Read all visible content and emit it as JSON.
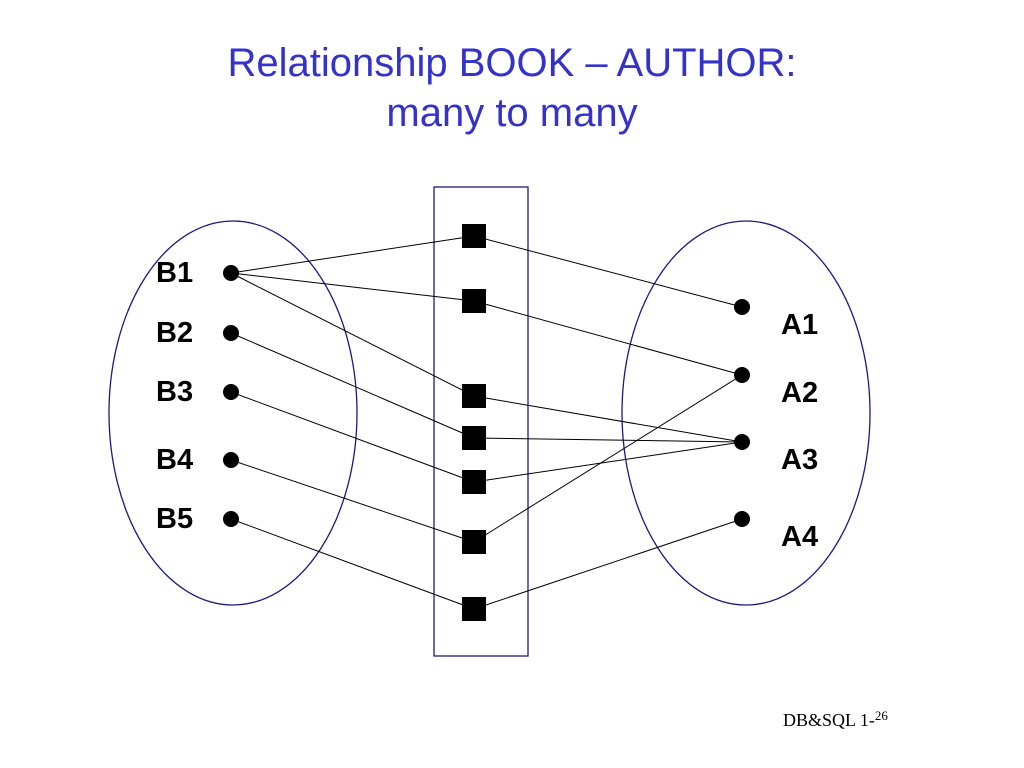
{
  "slide": {
    "title_line1": "Relationship BOOK – AUTHOR:",
    "title_line2": "many to many",
    "footer_text": "DB&SQL 1-",
    "footer_page": "26"
  },
  "diagram": {
    "books": [
      "B1",
      "B2",
      "B3",
      "B4",
      "B5"
    ],
    "authors": [
      "A1",
      "A2",
      "A3",
      "A4"
    ],
    "links": [
      {
        "book": "B1",
        "author": "A1"
      },
      {
        "book": "B1",
        "author": "A2"
      },
      {
        "book": "B1",
        "author": "A3"
      },
      {
        "book": "B2",
        "author": "A3"
      },
      {
        "book": "B3",
        "author": "A3"
      },
      {
        "book": "B4",
        "author": "A2"
      },
      {
        "book": "B5",
        "author": "A4"
      }
    ],
    "colors": {
      "title": "#3333cc",
      "outline": "#1a1a80",
      "ink": "#000000"
    }
  }
}
